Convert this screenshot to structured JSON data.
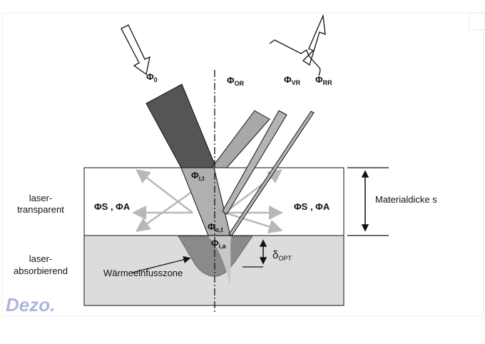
{
  "labels": {
    "phi0": "Φ",
    "phi0_sub": "0",
    "phiOR": "Φ",
    "phiOR_sub": "OR",
    "phiVR": "Φ",
    "phiVR_sub": "VR",
    "phiRR": "Φ",
    "phiRR_sub": "RR",
    "phiIT": "Φ",
    "phiIT_sub": "i,t",
    "phiOT": "Φ",
    "phiOT_sub": "o,t",
    "phiIA": "Φ",
    "phiIA_sub": "i,a",
    "scatter_left": "ΦS , ΦA",
    "scatter_right": "ΦS , ΦA",
    "layer_top_1": "laser-",
    "layer_top_2": "transparent",
    "layer_bottom_1": "laser-",
    "layer_bottom_2": "absorbierend",
    "thickness": "Materialdicke s",
    "delta": "δ",
    "delta_sub": "OPT",
    "heat_zone": "Wärmeeinfusszone",
    "watermark": "Dezo."
  },
  "colors": {
    "incident": "#555555",
    "reflected": "#a8a8a8",
    "absorbing_layer": "#dcdcdc",
    "heat_zone": "#8a8a8a",
    "scatter_arrows": "#b8b8b8",
    "watermark": "#8f95d6"
  }
}
